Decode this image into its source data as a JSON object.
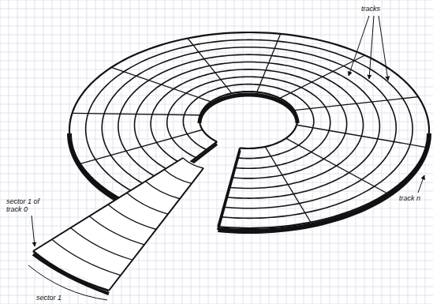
{
  "diagram": {
    "labels": [
      "tracks",
      "track n",
      "sector 1 of track 0",
      "sector 1"
    ]
  }
}
